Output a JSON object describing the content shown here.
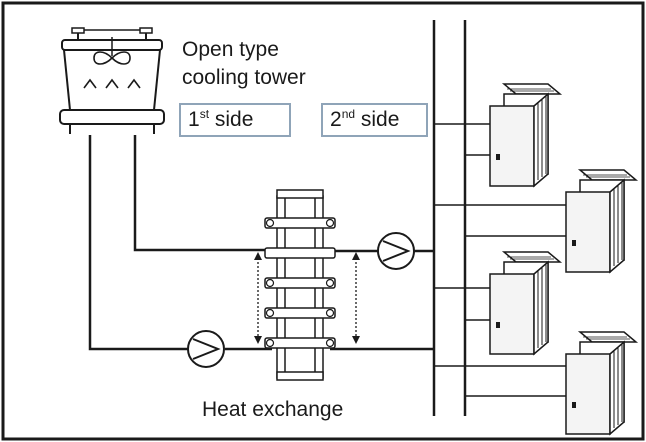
{
  "labels": {
    "tower_line1": "Open type",
    "tower_line2": "cooling tower",
    "first_side": {
      "num": "1",
      "sup": "st",
      "text": "side"
    },
    "second_side": {
      "num": "2",
      "sup": "nd",
      "text": "side"
    },
    "heat_exchange": "Heat exchange"
  },
  "colors": {
    "line": "#1a1a1a",
    "box_border": "#8fa4b8",
    "unit_fill": "#f4f4f4"
  },
  "icons": [
    "cooling-tower-icon",
    "pump-icon",
    "heat-exchanger-icon",
    "outdoor-unit-icon"
  ]
}
